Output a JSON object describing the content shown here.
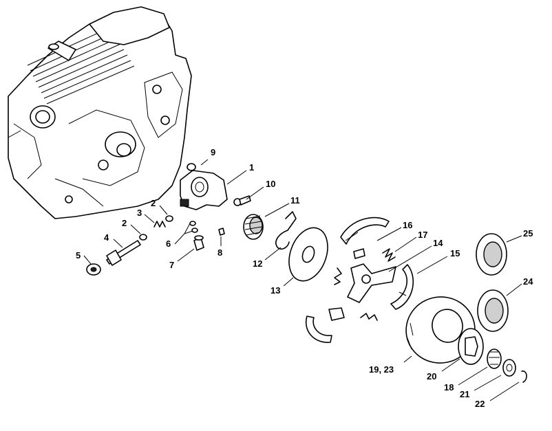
{
  "labels": [
    {
      "id": "p1",
      "text": "1"
    },
    {
      "id": "p2a",
      "text": "2"
    },
    {
      "id": "p2b",
      "text": "2"
    },
    {
      "id": "p3",
      "text": "3"
    },
    {
      "id": "p4",
      "text": "4"
    },
    {
      "id": "p5",
      "text": "5"
    },
    {
      "id": "p6",
      "text": "6"
    },
    {
      "id": "p7",
      "text": "7"
    },
    {
      "id": "p8",
      "text": "8"
    },
    {
      "id": "p9",
      "text": "9"
    },
    {
      "id": "p10",
      "text": "10"
    },
    {
      "id": "p11",
      "text": "11"
    },
    {
      "id": "p12",
      "text": "12"
    },
    {
      "id": "p13",
      "text": "13"
    },
    {
      "id": "p14",
      "text": "14"
    },
    {
      "id": "p15",
      "text": "15"
    },
    {
      "id": "p16",
      "text": "16"
    },
    {
      "id": "p17",
      "text": "17"
    },
    {
      "id": "p18",
      "text": "18"
    },
    {
      "id": "p1923",
      "text": "19, 23"
    },
    {
      "id": "p20",
      "text": "20"
    },
    {
      "id": "p21",
      "text": "21"
    },
    {
      "id": "p22",
      "text": "22"
    },
    {
      "id": "p24",
      "text": "24"
    },
    {
      "id": "p25",
      "text": "25"
    }
  ]
}
